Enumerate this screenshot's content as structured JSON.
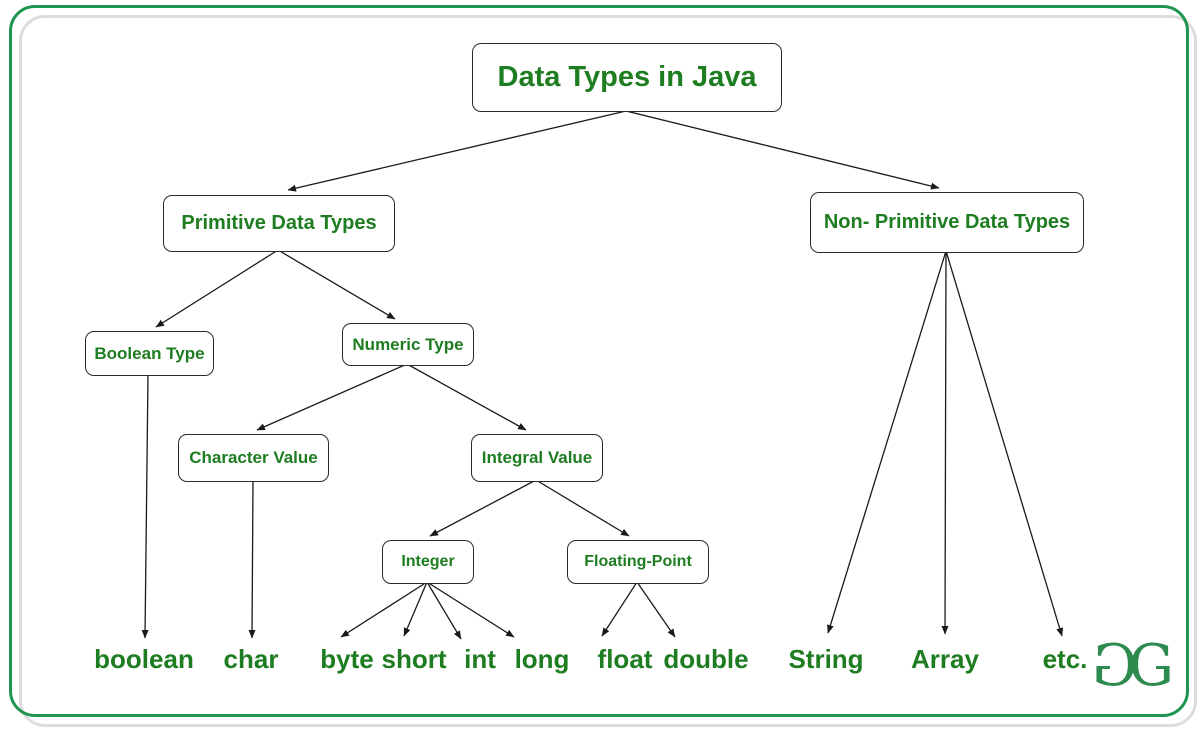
{
  "colors": {
    "label_green": "#1e7d21",
    "frame_green": "#1e9550",
    "frame_gray": "#dcdcdc",
    "edge_black": "#1a1a1a",
    "logo_green": "#2e8b4f",
    "node_background": "#ffffff"
  },
  "tree": {
    "root": {
      "label": "Data Types in Java",
      "children": {
        "primitive": {
          "label": "Primitive Data Types",
          "children": {
            "boolean_type": {
              "label": "Boolean Type",
              "children_labels": [
                "boolean"
              ]
            },
            "numeric_type": {
              "label": "Numeric Type",
              "children": {
                "character_value": {
                  "label": "Character Value",
                  "children_labels": [
                    "char"
                  ]
                },
                "integral_value": {
                  "label": "Integral Value",
                  "children": {
                    "integer": {
                      "label": "Integer",
                      "children_labels": [
                        "byte",
                        "short",
                        "int",
                        "long"
                      ]
                    },
                    "floating_point": {
                      "label": "Floating-Point",
                      "children_labels": [
                        "float",
                        "double"
                      ]
                    }
                  }
                }
              }
            }
          }
        },
        "non_primitive": {
          "label": "Non- Primitive Data Types",
          "children_labels": [
            "String",
            "Array",
            "etc."
          ]
        }
      }
    }
  },
  "logo": {
    "glyph": "G"
  }
}
